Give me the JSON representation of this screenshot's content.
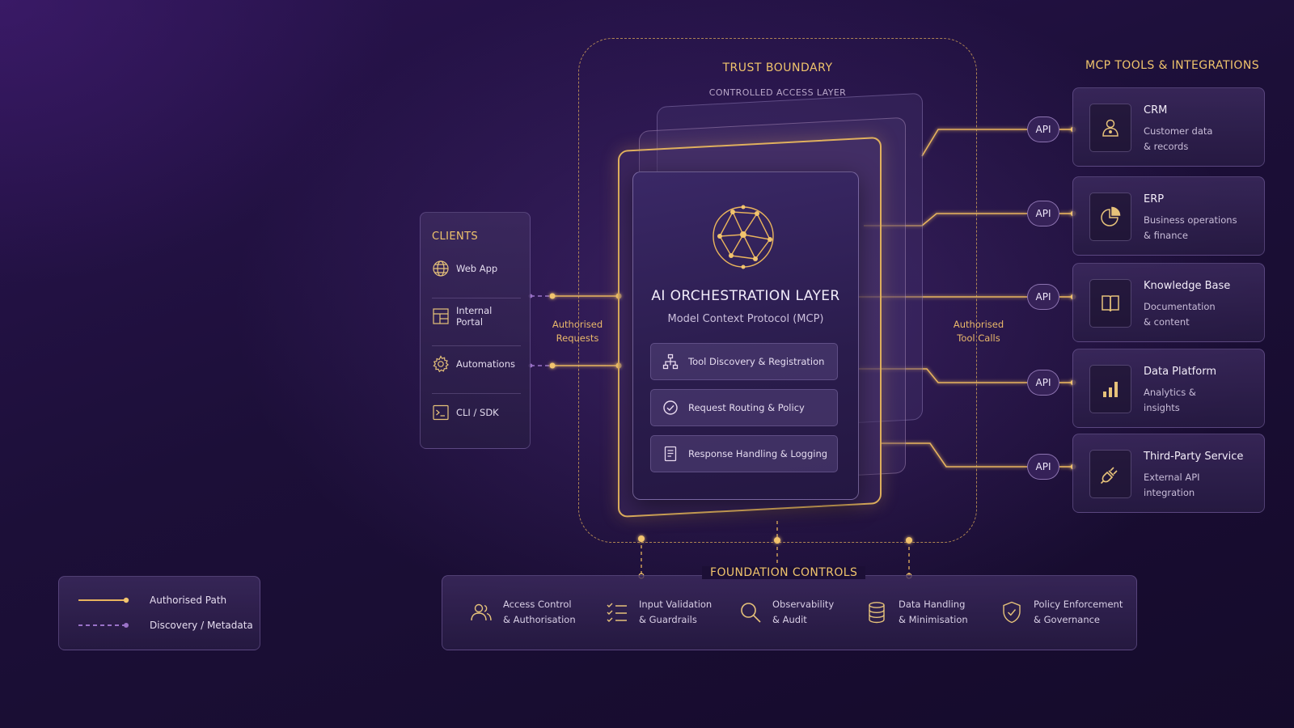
{
  "trust_boundary": {
    "title": "TRUST BOUNDARY",
    "subtitle": "CONTROLLED ACCESS LAYER"
  },
  "orchestration": {
    "title": "AI ORCHESTRATION LAYER",
    "subtitle": "Model Context Protocol (MCP)",
    "icon": "neural-network-icon",
    "features": [
      {
        "label": "Tool Discovery & Registration",
        "icon": "hierarchy-icon"
      },
      {
        "label": "Request Routing & Policy",
        "icon": "check-circle-icon"
      },
      {
        "label": "Response Handling & Logging",
        "icon": "document-icon"
      }
    ]
  },
  "clients": {
    "title": "CLIENTS",
    "items": [
      {
        "label": "Web App",
        "icon": "globe-icon"
      },
      {
        "label": "Internal Portal",
        "icon": "dashboard-icon"
      },
      {
        "label": "Automations",
        "icon": "gear-icon"
      },
      {
        "label": "CLI / SDK",
        "icon": "terminal-icon"
      }
    ]
  },
  "labels": {
    "authorised_requests": "Authorised\nRequests",
    "authorised_tool_calls": "Authorised\nTool Calls"
  },
  "tools": {
    "title": "MCP TOOLS & INTEGRATIONS",
    "api_label": "API",
    "items": [
      {
        "name": "CRM",
        "desc": "Customer data\n& records",
        "icon": "user-icon"
      },
      {
        "name": "ERP",
        "desc": "Business operations\n& finance",
        "icon": "pie-chart-icon"
      },
      {
        "name": "Knowledge Base",
        "desc": "Documentation\n& content",
        "icon": "book-icon"
      },
      {
        "name": "Data Platform",
        "desc": "Analytics &\ninsights",
        "icon": "bar-chart-icon"
      },
      {
        "name": "Third-Party Service",
        "desc": "External API\nintegration",
        "icon": "plug-icon"
      }
    ]
  },
  "foundation": {
    "title": "FOUNDATION CONTROLS",
    "items": [
      {
        "label": "Access Control\n& Authorisation",
        "icon": "users-icon"
      },
      {
        "label": "Input Validation\n& Guardrails",
        "icon": "checklist-icon"
      },
      {
        "label": "Observability\n& Audit",
        "icon": "magnifier-icon"
      },
      {
        "label": "Data Handling\n& Minimisation",
        "icon": "database-icon"
      },
      {
        "label": "Policy Enforcement\n& Governance",
        "icon": "shield-check-icon"
      }
    ]
  },
  "legend": {
    "items": [
      {
        "label": "Authorised Path",
        "style": "solid"
      },
      {
        "label": "Discovery / Metadata",
        "style": "dashed"
      }
    ]
  },
  "colors": {
    "accent_gold": "#f0c46c",
    "discovery_purple": "#9a72c8",
    "background": "#1c0f38"
  }
}
